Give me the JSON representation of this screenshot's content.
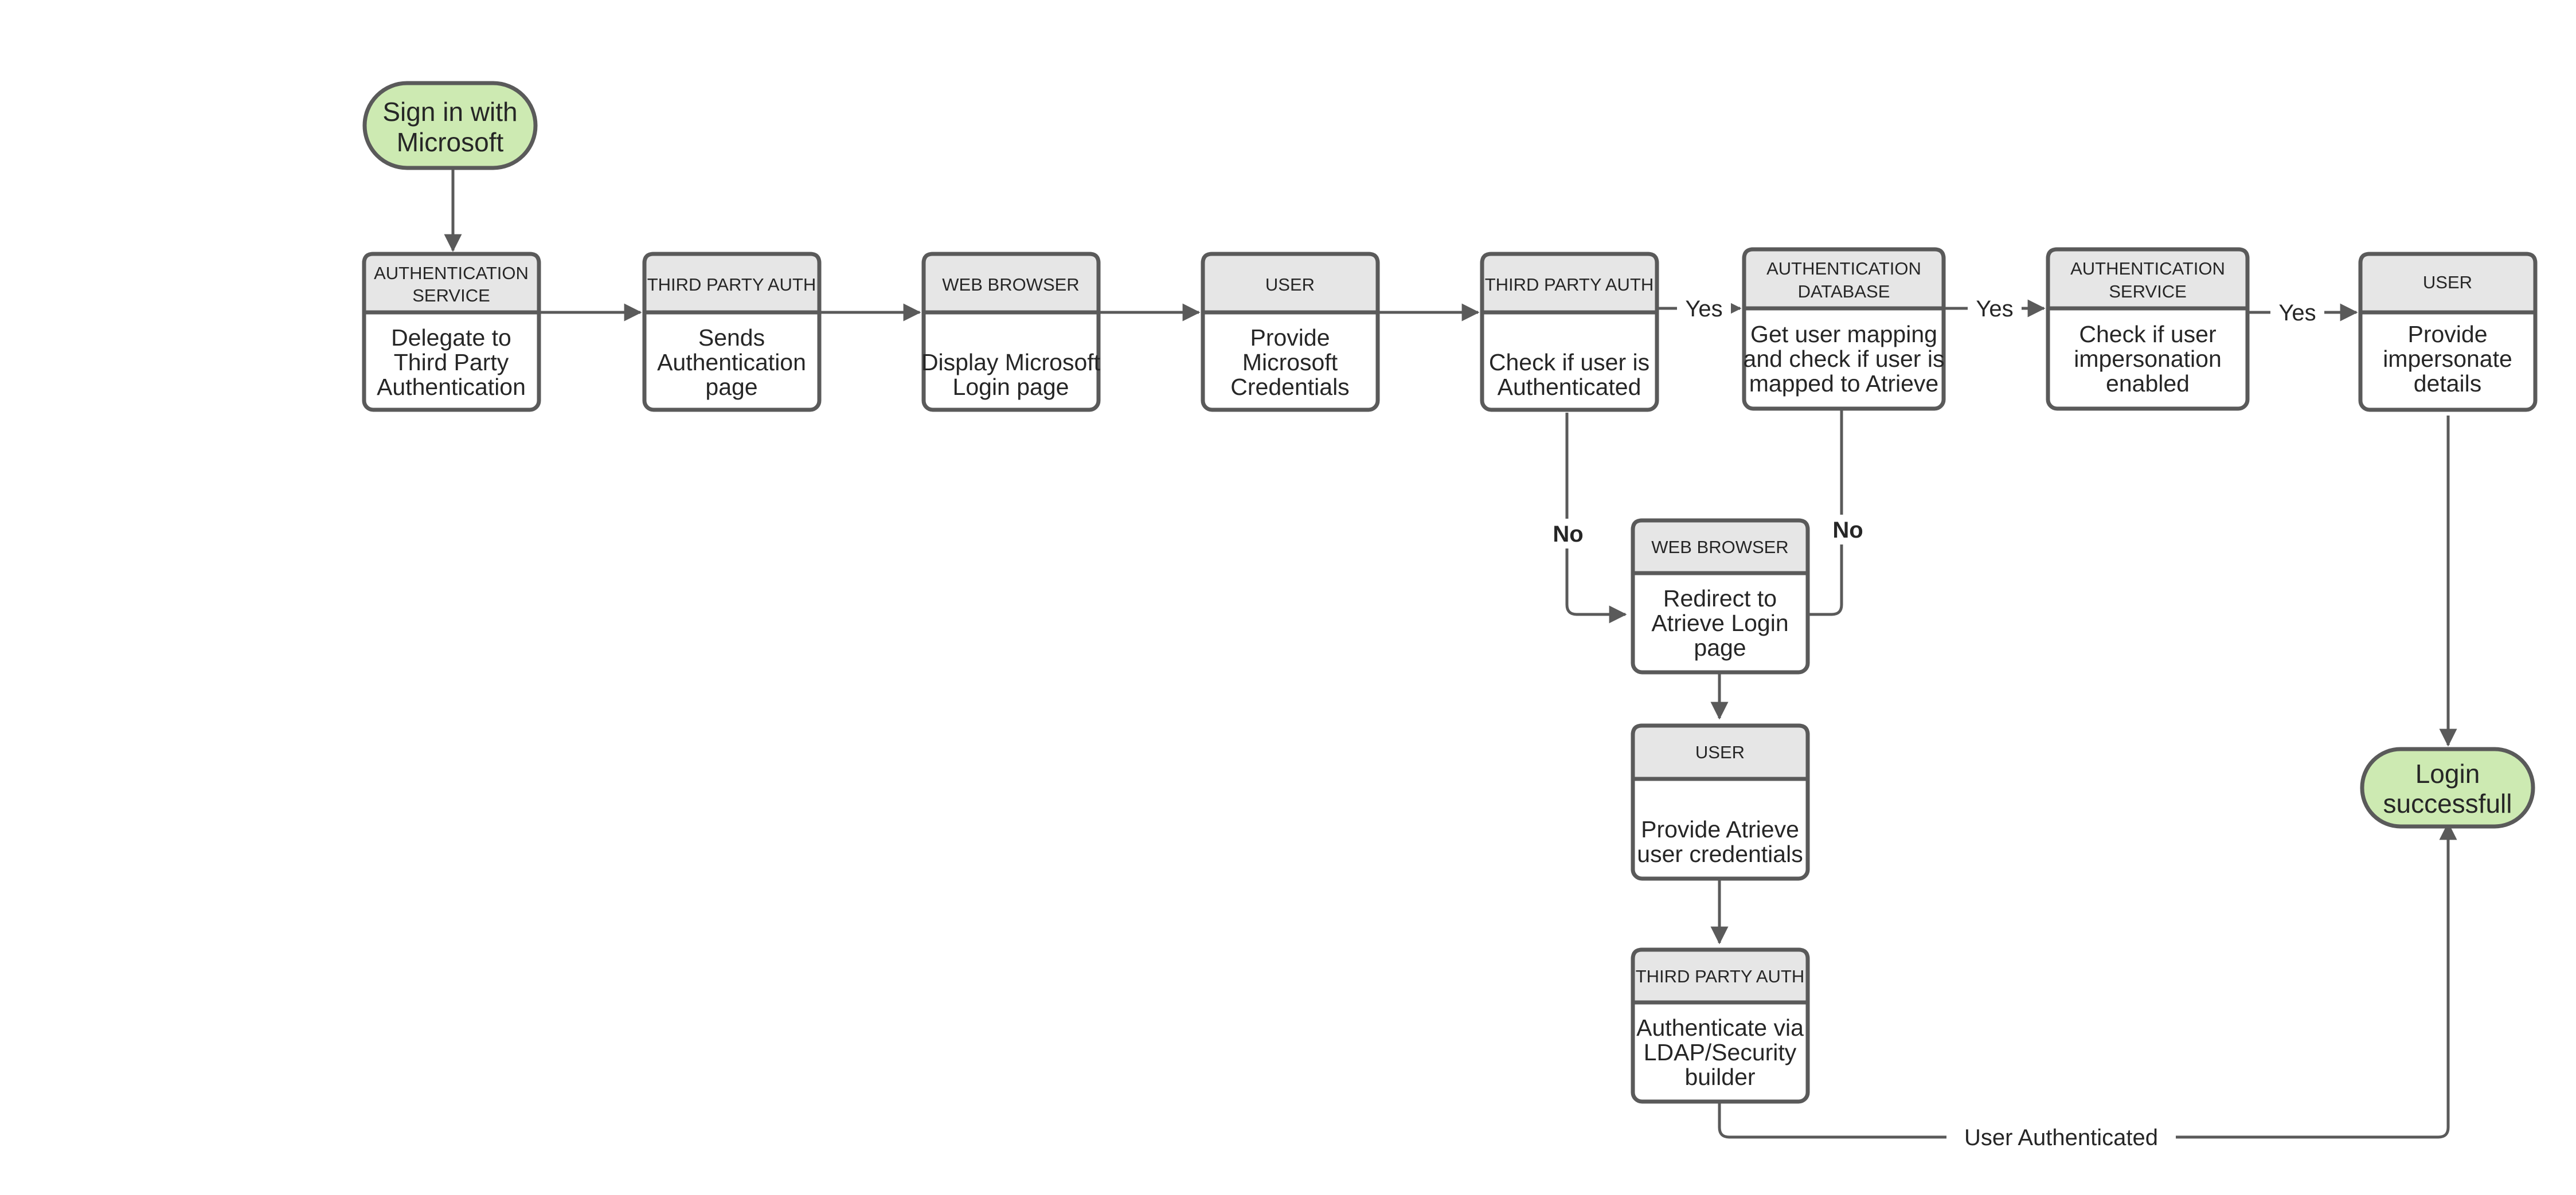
{
  "diagram": {
    "title": "Sign in with Microsoft authentication flow",
    "colors": {
      "terminal_fill": "#cdeab2",
      "header_fill": "#e6e6e6",
      "body_fill": "#ffffff",
      "stroke": "#5a5a5a",
      "text": "#262626"
    },
    "terminals": [
      {
        "id": "start",
        "label": "Sign in with Microsoft",
        "line1": "Sign in with",
        "line2": "Microsoft"
      },
      {
        "id": "end",
        "label": "Login successfull",
        "line1": "Login",
        "line2": "successfull"
      }
    ],
    "nodes": [
      {
        "id": "n1",
        "header": "AUTHENTICATION SERVICE",
        "header_lines": [
          "AUTHENTICATION",
          "SERVICE"
        ],
        "body": "Delegate to Third Party Authentication",
        "body_lines": [
          "Delegate to",
          "Third Party",
          "Authentication"
        ]
      },
      {
        "id": "n2",
        "header": "THIRD PARTY AUTH",
        "header_lines": [
          "THIRD PARTY AUTH"
        ],
        "body": "Sends Authentication page",
        "body_lines": [
          "Sends",
          "Authentication",
          "page"
        ]
      },
      {
        "id": "n3",
        "header": "WEB BROWSER",
        "header_lines": [
          "WEB BROWSER"
        ],
        "body": "Display Microsoft Login page",
        "body_lines": [
          "Display Microsoft",
          "Login page"
        ]
      },
      {
        "id": "n4",
        "header": "USER",
        "header_lines": [
          "USER"
        ],
        "body": "Provide Microsoft Credentials",
        "body_lines": [
          "Provide",
          "Microsoft",
          "Credentials"
        ]
      },
      {
        "id": "n5",
        "header": "THIRD PARTY AUTH",
        "header_lines": [
          "THIRD PARTY AUTH"
        ],
        "body": "Check if user is Authenticated",
        "body_lines": [
          "Check if user is",
          "Authenticated"
        ]
      },
      {
        "id": "n6",
        "header": "AUTHENTICATION DATABASE",
        "header_lines": [
          "AUTHENTICATION",
          "DATABASE"
        ],
        "body": "Get user mapping and check if user is mapped to Atrieve",
        "body_lines": [
          "Get user mapping",
          "and check if user is",
          "mapped to Atrieve"
        ]
      },
      {
        "id": "n7",
        "header": "AUTHENTICATION SERVICE",
        "header_lines": [
          "AUTHENTICATION",
          "SERVICE"
        ],
        "body": "Check if user impersonation enabled",
        "body_lines": [
          "Check if user",
          "impersonation",
          "enabled"
        ]
      },
      {
        "id": "n8",
        "header": "USER",
        "header_lines": [
          "USER"
        ],
        "body": "Provide impersonate details",
        "body_lines": [
          "Provide",
          "impersonate",
          "details"
        ]
      },
      {
        "id": "n9",
        "header": "WEB BROWSER",
        "header_lines": [
          "WEB BROWSER"
        ],
        "body": "Redirect to Atrieve Login page",
        "body_lines": [
          "Redirect to",
          "Atrieve Login",
          "page"
        ]
      },
      {
        "id": "n10",
        "header": "USER",
        "header_lines": [
          "USER"
        ],
        "body": "Provide Atrieve user credentials",
        "body_lines": [
          "Provide Atrieve",
          "user credentials"
        ]
      },
      {
        "id": "n11",
        "header": "THIRD PARTY AUTH",
        "header_lines": [
          "THIRD PARTY AUTH"
        ],
        "body": "Authenticate via LDAP/Security builder",
        "body_lines": [
          "Authenticate via",
          "LDAP/Security",
          "builder"
        ]
      }
    ],
    "edge_labels": [
      {
        "id": "e_yes_1",
        "text": "Yes"
      },
      {
        "id": "e_yes_2",
        "text": "Yes"
      },
      {
        "id": "e_yes_3",
        "text": "Yes"
      },
      {
        "id": "e_no_1",
        "text": "No"
      },
      {
        "id": "e_no_2",
        "text": "No"
      },
      {
        "id": "e_user_auth",
        "text": "User Authenticated"
      }
    ]
  }
}
